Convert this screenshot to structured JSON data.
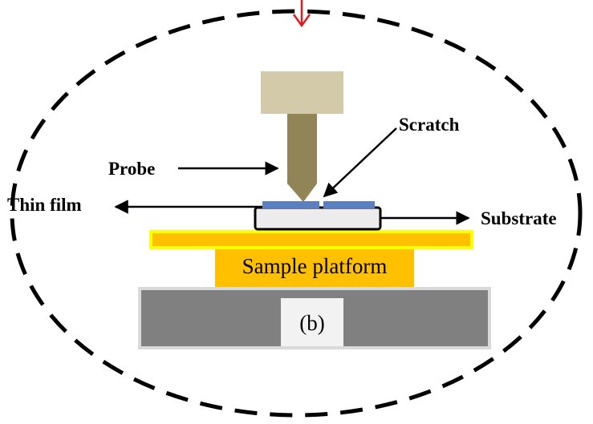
{
  "labels": {
    "probe": "Probe",
    "scratch": "Scratch",
    "thin_film": "Thin film",
    "substrate": "Substrate",
    "platform": "Sample platform",
    "panel": "(b)"
  },
  "colors": {
    "probe_head": "#d3caa9",
    "probe_shaft": "#918456",
    "thin_film": "#5b80c1",
    "substrate_fill": "#ececec",
    "platform_fill": "#ffc000",
    "platform_border": "#ffff00",
    "base_fill": "#808080",
    "base_border": "#d9d9d9",
    "panel_box": "#f2f2f2",
    "pointer_arrow": "#e01b1b"
  }
}
